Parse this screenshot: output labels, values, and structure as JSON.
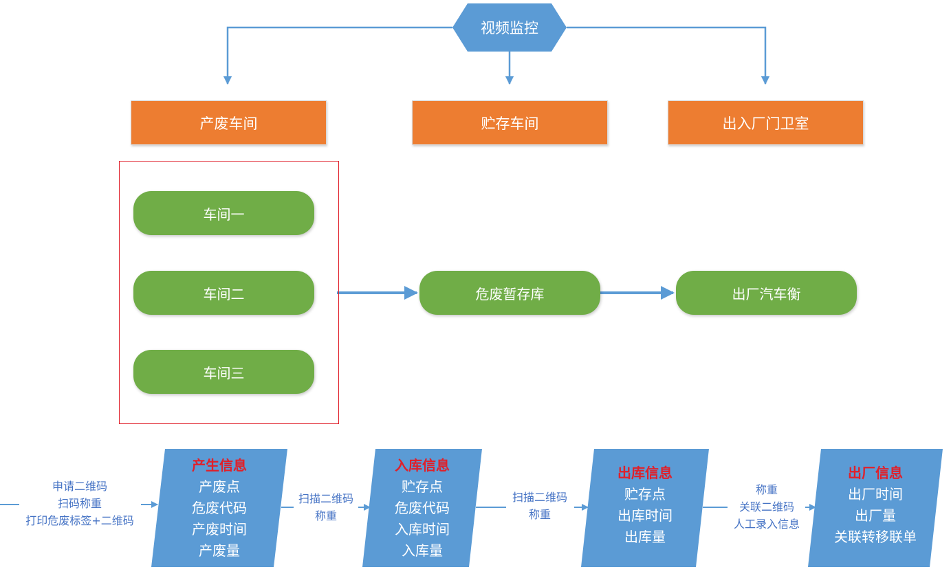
{
  "monitor": {
    "label": "视频监控"
  },
  "areas": [
    {
      "label": "产废车间"
    },
    {
      "label": "贮存车间"
    },
    {
      "label": "出入厂门卫室"
    }
  ],
  "workshops": [
    {
      "label": "车间一"
    },
    {
      "label": "车间二"
    },
    {
      "label": "车间三"
    }
  ],
  "flow_nodes": [
    {
      "label": "危废暂存库"
    },
    {
      "label": "出厂汽车衡"
    }
  ],
  "info_steps": [
    {
      "title": "产生信息",
      "lines": [
        "产废点",
        "危废代码",
        "产废时间",
        "产废量"
      ]
    },
    {
      "title": "入库信息",
      "lines": [
        "贮存点",
        "危废代码",
        "入库时间",
        "入库量"
      ]
    },
    {
      "title": "出库信息",
      "lines": [
        "贮存点",
        "出库时间",
        "出库量"
      ]
    },
    {
      "title": "出厂信息",
      "lines": [
        "出厂时间",
        "出厂量",
        "关联转移联单"
      ]
    }
  ],
  "transitions": [
    {
      "lines": [
        "申请二维码",
        "扫码称重",
        "打印危废标签+二维码"
      ]
    },
    {
      "lines": [
        "扫描二维码",
        "称重"
      ]
    },
    {
      "lines": [
        "扫描二维码",
        "称重"
      ]
    },
    {
      "lines": [
        "称重",
        "关联二维码",
        "人工录入信息"
      ]
    }
  ],
  "colors": {
    "monitor_fill": "#5b9bd5",
    "area_fill": "#ed7d31",
    "node_fill": "#70ad47",
    "info_fill": "#5b9bd5",
    "info_title": "#e0202a",
    "connector": "#5b9bd5",
    "label_text": "#4472c4",
    "frame": "#e0202a"
  }
}
